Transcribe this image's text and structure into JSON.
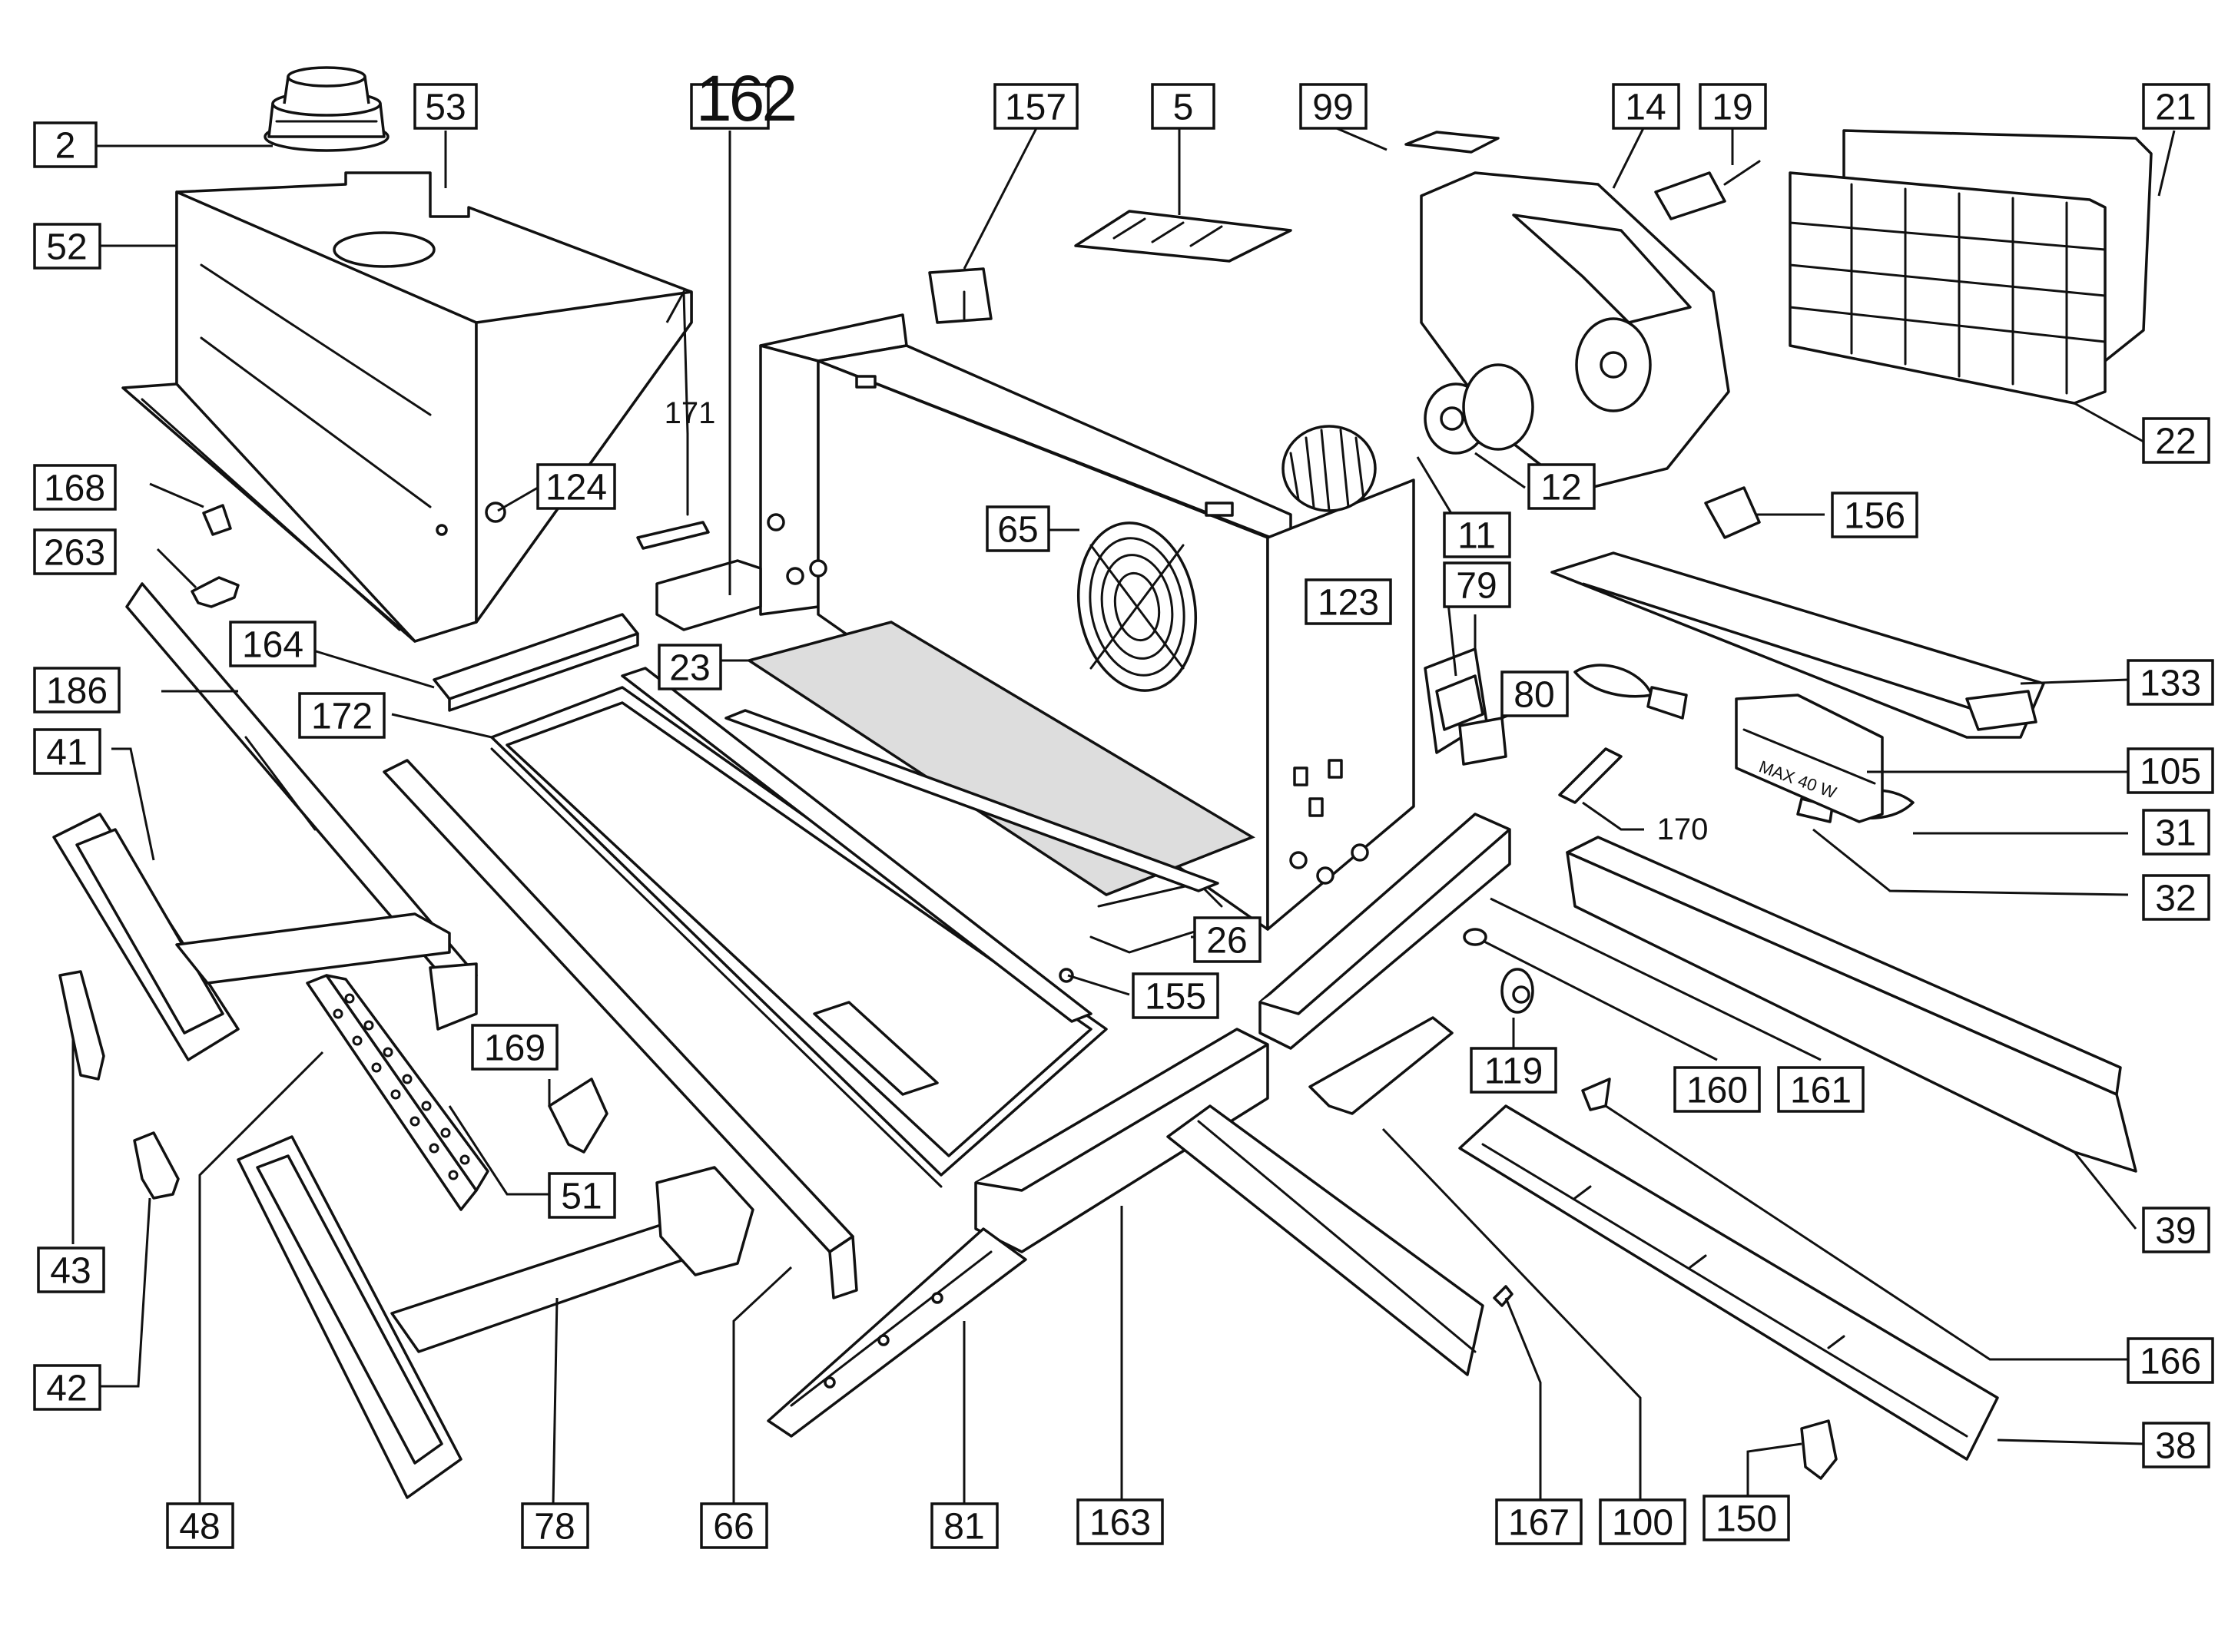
{
  "callouts": [
    {
      "label": "2"
    },
    {
      "label": "53"
    },
    {
      "label": "162"
    },
    {
      "label": "157"
    },
    {
      "label": "5"
    },
    {
      "label": "99"
    },
    {
      "label": "14"
    },
    {
      "label": "19"
    },
    {
      "label": "21"
    },
    {
      "label": "52"
    },
    {
      "label": "171"
    },
    {
      "label": "168"
    },
    {
      "label": "124"
    },
    {
      "label": "263"
    },
    {
      "label": "12"
    },
    {
      "label": "22"
    },
    {
      "label": "11"
    },
    {
      "label": "156"
    },
    {
      "label": "65"
    },
    {
      "label": "79"
    },
    {
      "label": "123"
    },
    {
      "label": "164"
    },
    {
      "label": "23"
    },
    {
      "label": "186"
    },
    {
      "label": "80"
    },
    {
      "label": "133"
    },
    {
      "label": "172"
    },
    {
      "label": "41"
    },
    {
      "label": "105"
    },
    {
      "label": "170"
    },
    {
      "label": "31"
    },
    {
      "label": "32"
    },
    {
      "label": "26"
    },
    {
      "label": "155"
    },
    {
      "label": "169"
    },
    {
      "label": "119"
    },
    {
      "label": "160"
    },
    {
      "label": "161"
    },
    {
      "label": "51"
    },
    {
      "label": "39"
    },
    {
      "label": "43"
    },
    {
      "label": "166"
    },
    {
      "label": "42"
    },
    {
      "label": "38"
    },
    {
      "label": "48"
    },
    {
      "label": "78"
    },
    {
      "label": "66"
    },
    {
      "label": "81"
    },
    {
      "label": "163"
    },
    {
      "label": "167"
    },
    {
      "label": "100"
    },
    {
      "label": "150"
    }
  ],
  "lamp_marking": "MAX 40 W"
}
